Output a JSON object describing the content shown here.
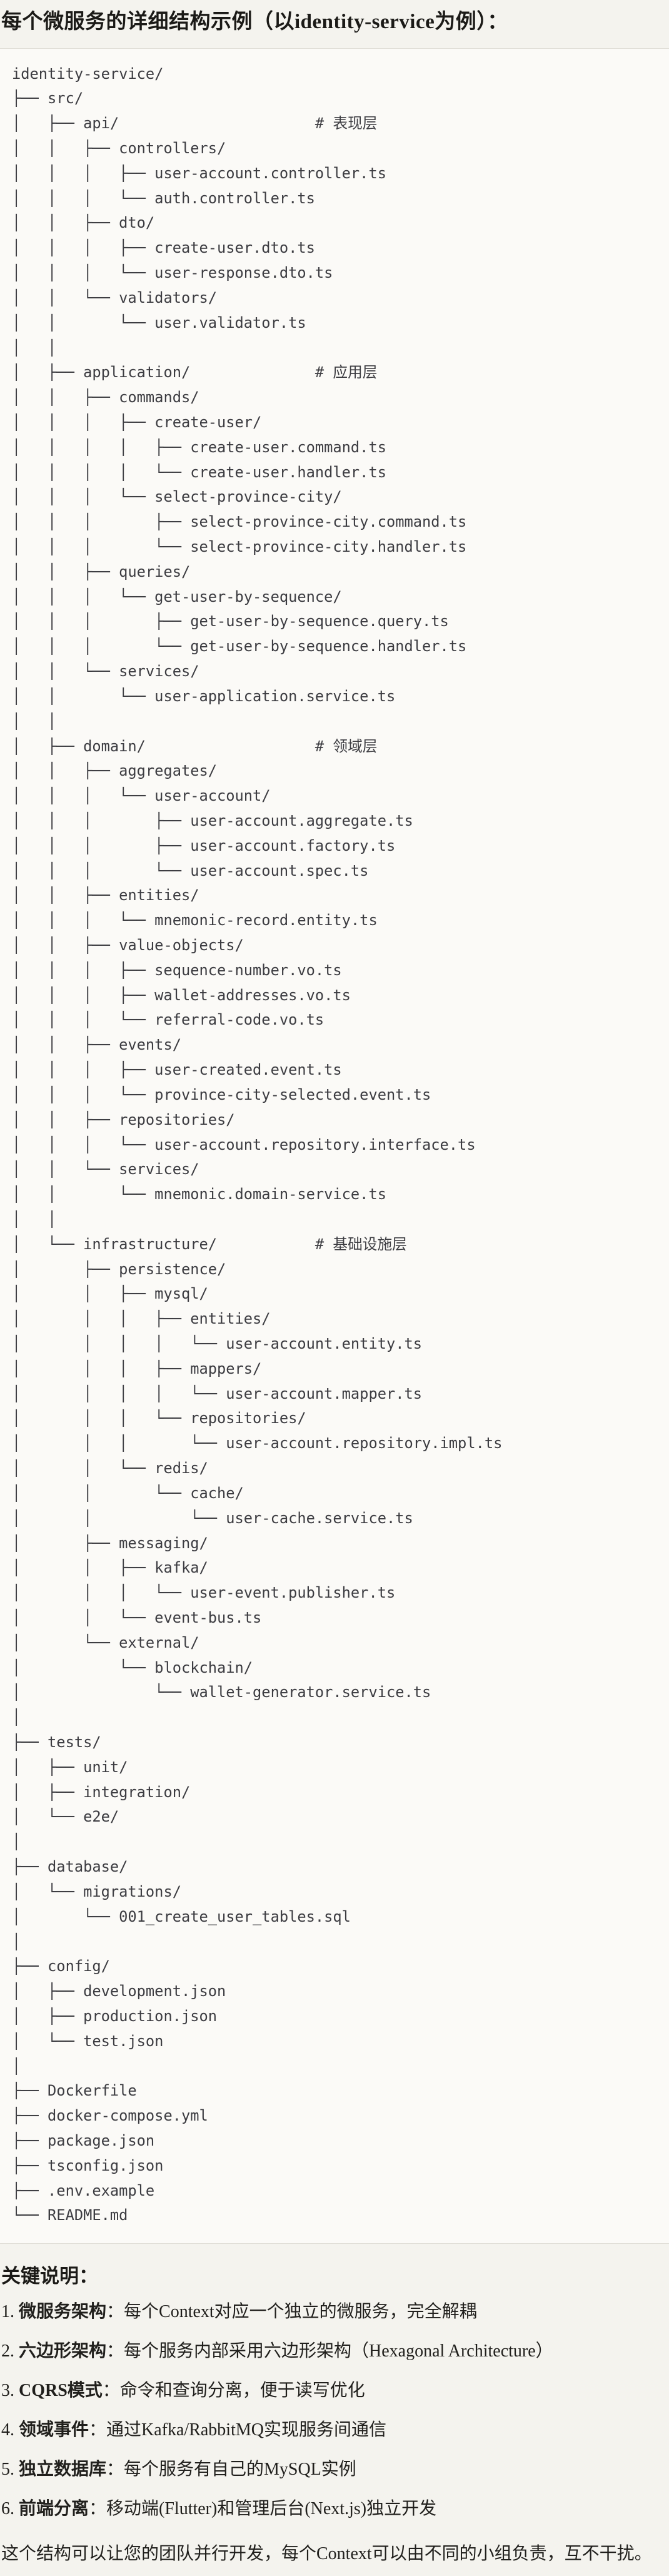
{
  "colors": {
    "page_background": "#f4f3ee",
    "code_background": "#fbfaf7",
    "code_border": "#e0ded7",
    "code_text": "#3c3c41",
    "heading_text": "#1b1a17",
    "body_text": "#201f1c"
  },
  "page": {
    "title": "每个微服务的详细结构示例（以identity-service为例）："
  },
  "tree": {
    "lines": [
      "identity-service/",
      "├── src/",
      "│   ├── api/                      # 表现层",
      "│   │   ├── controllers/",
      "│   │   │   ├── user-account.controller.ts",
      "│   │   │   └── auth.controller.ts",
      "│   │   ├── dto/",
      "│   │   │   ├── create-user.dto.ts",
      "│   │   │   └── user-response.dto.ts",
      "│   │   └── validators/",
      "│   │       └── user.validator.ts",
      "│   │",
      "│   ├── application/              # 应用层",
      "│   │   ├── commands/",
      "│   │   │   ├── create-user/",
      "│   │   │   │   ├── create-user.command.ts",
      "│   │   │   │   └── create-user.handler.ts",
      "│   │   │   └── select-province-city/",
      "│   │   │       ├── select-province-city.command.ts",
      "│   │   │       └── select-province-city.handler.ts",
      "│   │   ├── queries/",
      "│   │   │   └── get-user-by-sequence/",
      "│   │   │       ├── get-user-by-sequence.query.ts",
      "│   │   │       └── get-user-by-sequence.handler.ts",
      "│   │   └── services/",
      "│   │       └── user-application.service.ts",
      "│   │",
      "│   ├── domain/                   # 领域层",
      "│   │   ├── aggregates/",
      "│   │   │   └── user-account/",
      "│   │   │       ├── user-account.aggregate.ts",
      "│   │   │       ├── user-account.factory.ts",
      "│   │   │       └── user-account.spec.ts",
      "│   │   ├── entities/",
      "│   │   │   └── mnemonic-record.entity.ts",
      "│   │   ├── value-objects/",
      "│   │   │   ├── sequence-number.vo.ts",
      "│   │   │   ├── wallet-addresses.vo.ts",
      "│   │   │   └── referral-code.vo.ts",
      "│   │   ├── events/",
      "│   │   │   ├── user-created.event.ts",
      "│   │   │   └── province-city-selected.event.ts",
      "│   │   ├── repositories/",
      "│   │   │   └── user-account.repository.interface.ts",
      "│   │   └── services/",
      "│   │       └── mnemonic.domain-service.ts",
      "│   │",
      "│   └── infrastructure/           # 基础设施层",
      "│       ├── persistence/",
      "│       │   ├── mysql/",
      "│       │   │   ├── entities/",
      "│       │   │   │   └── user-account.entity.ts",
      "│       │   │   ├── mappers/",
      "│       │   │   │   └── user-account.mapper.ts",
      "│       │   │   └── repositories/",
      "│       │   │       └── user-account.repository.impl.ts",
      "│       │   └── redis/",
      "│       │       └── cache/",
      "│       │           └── user-cache.service.ts",
      "│       ├── messaging/",
      "│       │   ├── kafka/",
      "│       │   │   └── user-event.publisher.ts",
      "│       │   └── event-bus.ts",
      "│       └── external/",
      "│           └── blockchain/",
      "│               └── wallet-generator.service.ts",
      "│",
      "├── tests/",
      "│   ├── unit/",
      "│   ├── integration/",
      "│   └── e2e/",
      "│",
      "├── database/",
      "│   └── migrations/",
      "│       └── 001_create_user_tables.sql",
      "│",
      "├── config/",
      "│   ├── development.json",
      "│   ├── production.json",
      "│   └── test.json",
      "│",
      "├── Dockerfile",
      "├── docker-compose.yml",
      "├── package.json",
      "├── tsconfig.json",
      "├── .env.example",
      "└── README.md"
    ]
  },
  "notes": {
    "heading": "关键说明：",
    "items": [
      {
        "num": "1.",
        "label": "微服务架构",
        "desc": "：每个Context对应一个独立的微服务，完全解耦"
      },
      {
        "num": "2.",
        "label": "六边形架构",
        "desc": "：每个服务内部采用六边形架构（Hexagonal Architecture）"
      },
      {
        "num": "3.",
        "label": "CQRS模式",
        "desc": "：命令和查询分离，便于读写优化"
      },
      {
        "num": "4.",
        "label": "领域事件",
        "desc": "：通过Kafka/RabbitMQ实现服务间通信"
      },
      {
        "num": "5.",
        "label": "独立数据库",
        "desc": "：每个服务有自己的MySQL实例"
      },
      {
        "num": "6.",
        "label": "前端分离",
        "desc": "：移动端(Flutter)和管理后台(Next.js)独立开发"
      }
    ],
    "footer": "这个结构可以让您的团队并行开发，每个Context可以由不同的小组负责，互不干扰。"
  }
}
